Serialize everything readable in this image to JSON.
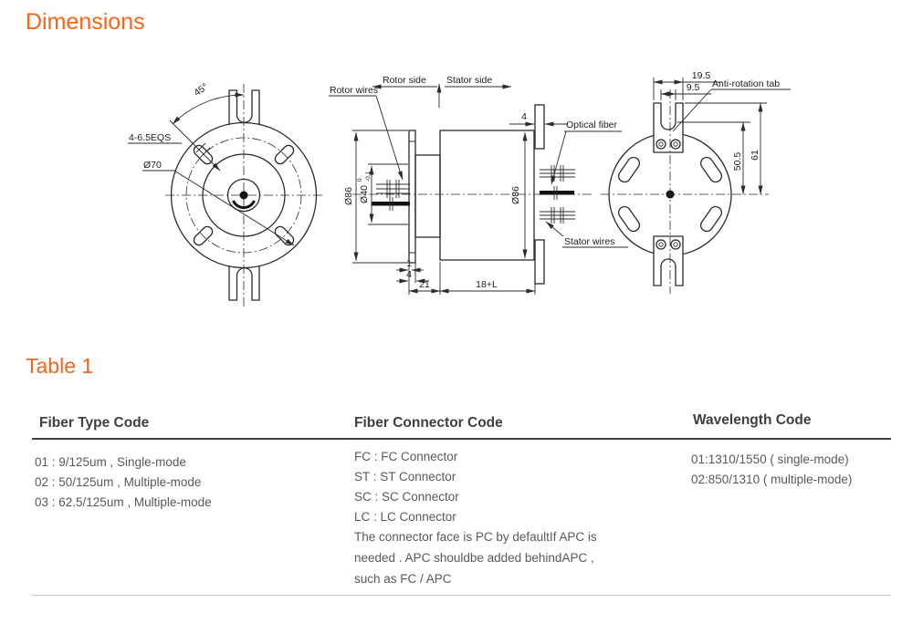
{
  "page": {
    "title": "Dimensions",
    "table_title": "Table 1"
  },
  "drawing": {
    "front_view": {
      "angle": "45°",
      "holes": "4-6.5EQS",
      "bolt_circle": "Ø70"
    },
    "side_view": {
      "rotor_side": "Rotor side",
      "stator_side": "Stator  side",
      "rotor_wires": "Rotor wires",
      "optical_fiber": "Optical fiber",
      "stator_wires": "Stator wires",
      "dia_flange": "Ø86",
      "dia_inner": "Ø40",
      "dia_inner_tol_high": "0",
      "dia_inner_tol_low": "-0.1",
      "dia_body": "Ø86",
      "plate_thickness": "4",
      "step_1": "1",
      "step_4": "4",
      "len_21": "21",
      "len_18L": "18+L"
    },
    "rear_view": {
      "tab_width": "19.5",
      "slot_width": "9.5",
      "anti_rotation": "Anti-rotation tab",
      "radius_50_5": "50.5",
      "radius_61": "61"
    }
  },
  "table": {
    "columns": [
      {
        "header": "Fiber Type Code",
        "rows": [
          "01 : 9/125um , Single-mode",
          "02 : 50/125um , Multiple-mode",
          "03 : 62.5/125um , Multiple-mode"
        ],
        "note_lines": []
      },
      {
        "header": "Fiber Connector Code",
        "rows": [
          "FC : FC Connector",
          "ST : ST Connector",
          "SC : SC Connector",
          "LC : LC Connector"
        ],
        "note_lines": [
          "The connector face is PC by defaultIf APC is",
          "needed . APC shouldbe added behindAPC ,",
          "such as FC / APC"
        ]
      },
      {
        "header": "Wavelength Code",
        "rows": [
          "01:1310/1550 ( single-mode)",
          "02:850/1310 ( multiple-mode)"
        ],
        "note_lines": []
      }
    ]
  },
  "colors": {
    "accent_orange": "#F3661E",
    "heading_text": "#3F3F3F",
    "body_text": "#595959",
    "drawing_line": "#2B2B2B",
    "header_rule": "#3D3D3D",
    "bottom_rule": "#C6C6C6"
  }
}
